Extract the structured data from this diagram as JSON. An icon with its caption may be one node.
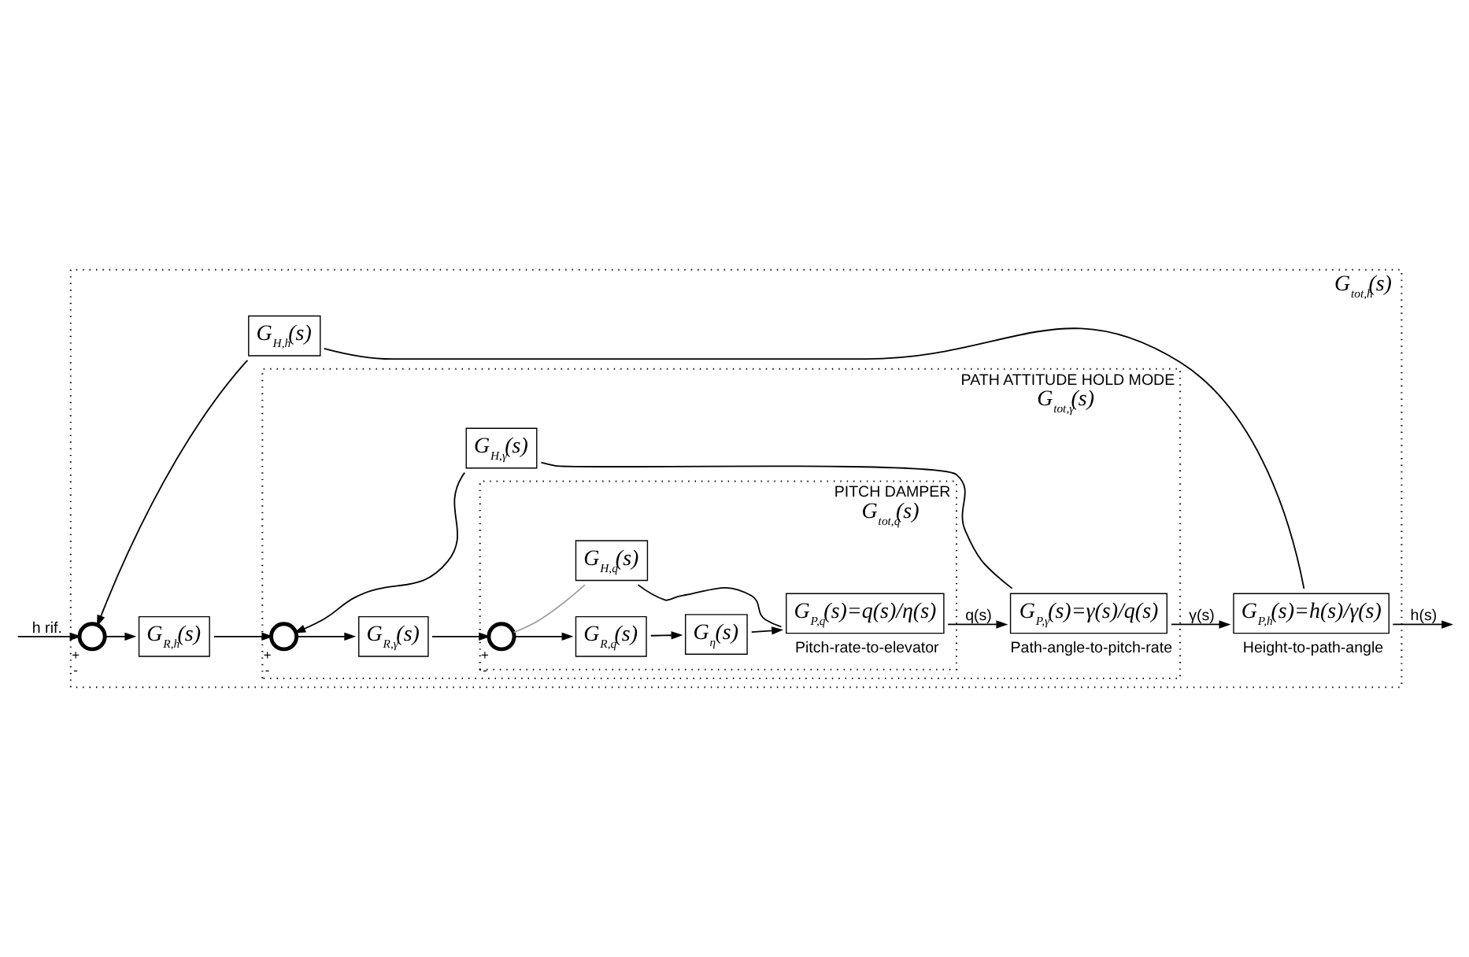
{
  "diagram": {
    "nodes": [
      {
        "text": [
          "G$_{tot,h}$(s)"
        ]
      },
      {
        "text": [],
        "shape": "circle",
        "in": 0,
        "beside": [
          "+",
          "-"
        ]
      },
      {
        "text": [
          "G$_{R,h}$(s)"
        ],
        "in": 0
      },
      {
        "text": [
          "PATH ATTITUDE HOLD MODE",
          "G$_{tot,γ}$(s)"
        ],
        "in": 0
      },
      {
        "text": [],
        "shape": "circle",
        "in": 3,
        "beside": [
          "+",
          "-"
        ]
      },
      {
        "text": [
          "G$_{R,γ}$(s)"
        ],
        "in": 3
      },
      {
        "text": [
          "PITCH DAMPER",
          "G$_{tot,q}$(s)"
        ],
        "in": 3
      },
      {
        "text": [],
        "shape": "circle",
        "in": 6,
        "beside": [
          "+",
          "-"
        ]
      },
      {
        "text": [
          "G$_{R,q}$(s)"
        ],
        "in": 6
      },
      {
        "text": [
          "G$_{η}$(s)"
        ],
        "in": 6
      },
      {
        "text": [
          "G$_{P,q}$(s)=q(s)/η(s)"
        ],
        "in": 6,
        "beside": [
          "Pitch-rate-to-elevator"
        ]
      },
      {
        "text": [
          "G$_{H,q}$(s)"
        ],
        "in": 6
      },
      {
        "text": [
          "G$_{P,γ}$(s)=γ(s)/q(s)"
        ],
        "in": 3,
        "beside": [
          "Path-angle-to-pitch-rate"
        ]
      },
      {
        "text": [
          "G$_{H,γ}$(s)"
        ],
        "in": 3
      },
      {
        "text": [
          "G$_{P,h}$(s)=h(s)/γ(s)"
        ],
        "in": 0,
        "beside": [
          "Height-to-path-angle"
        ]
      },
      {
        "text": [
          "G$_{H,h}$(s)"
        ],
        "in": 0
      }
    ],
    "edges": [
      {
        "from": null,
        "to": 1,
        "arrow": "to",
        "label": "h rif."
      },
      {
        "from": 1,
        "to": 2,
        "arrow": "to"
      },
      {
        "from": 2,
        "to": 4,
        "arrow": "to"
      },
      {
        "from": 4,
        "to": 5,
        "arrow": "to"
      },
      {
        "from": 5,
        "to": 7,
        "arrow": "to"
      },
      {
        "from": 7,
        "to": 8,
        "arrow": "to"
      },
      {
        "from": 8,
        "to": 9,
        "arrow": "to"
      },
      {
        "from": 9,
        "to": 10,
        "arrow": "to"
      },
      {
        "from": 10,
        "to": 12,
        "arrow": "to",
        "label": "q(s)"
      },
      {
        "from": 10,
        "to": 11,
        "arrow": "none"
      },
      {
        "from": 11,
        "to": 7,
        "arrow": "none",
        "color": "#a0a0a0"
      },
      {
        "from": 12,
        "to": 14,
        "arrow": "to",
        "label": "γ(s)"
      },
      {
        "from": 12,
        "to": 13,
        "arrow": "none"
      },
      {
        "from": 13,
        "to": 4,
        "arrow": "to"
      },
      {
        "from": 14,
        "to": null,
        "arrow": "to",
        "label": "h(s)"
      },
      {
        "from": 14,
        "to": 15,
        "arrow": "none"
      },
      {
        "from": 15,
        "to": 1,
        "arrow": "to"
      }
    ]
  }
}
